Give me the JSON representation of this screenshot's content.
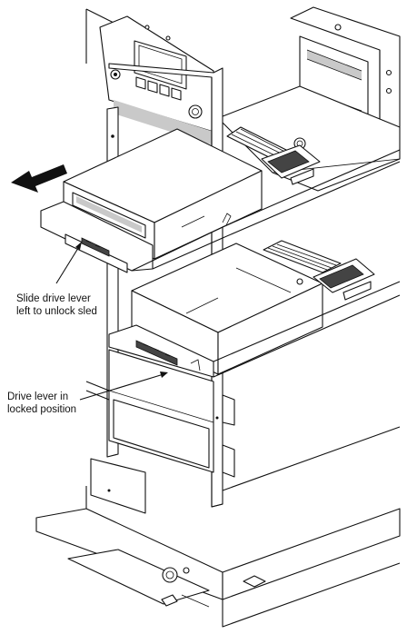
{
  "figure": {
    "callouts": [
      {
        "id": "slide",
        "lines": [
          "Slide drive lever",
          "left to unlock sled"
        ]
      },
      {
        "id": "locked",
        "lines": [
          "Drive lever in",
          "locked position"
        ]
      }
    ],
    "arrow_direction": "left"
  }
}
